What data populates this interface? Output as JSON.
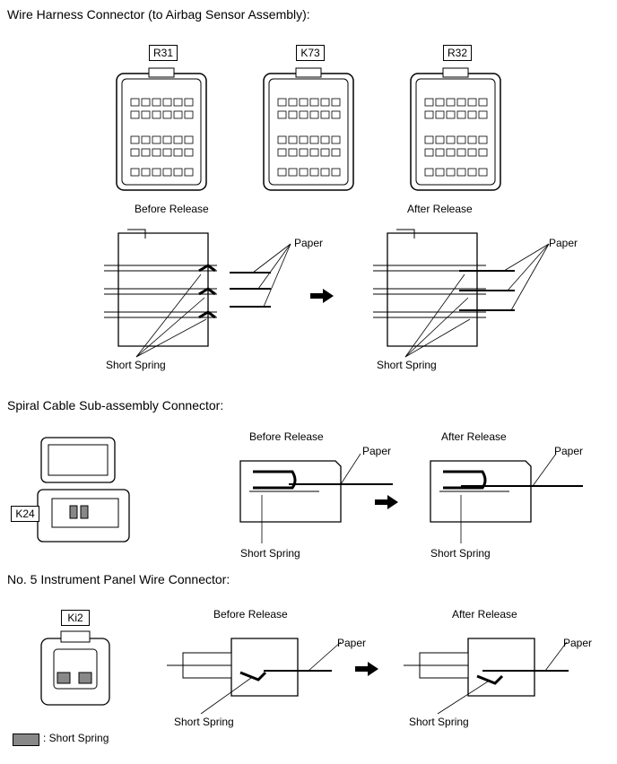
{
  "sections": {
    "wire_harness": {
      "heading": "Wire Harness Connector (to Airbag Sensor Assembly):",
      "connectors": [
        "R31",
        "K73",
        "R32"
      ],
      "before_label": "Before Release",
      "after_label": "After Release",
      "paper_label": "Paper",
      "spring_label": "Short Spring"
    },
    "spiral_cable": {
      "heading": "Spiral Cable Sub-assembly Connector:",
      "connector": "K24",
      "before_label": "Before Release",
      "after_label": "After Release",
      "paper_label": "Paper",
      "spring_label": "Short Spring"
    },
    "instrument_panel": {
      "heading": "No. 5 Instrument Panel Wire Connector:",
      "connector": "Ki2",
      "before_label": "Before Release",
      "after_label": "After Release",
      "paper_label": "Paper",
      "spring_label": "Short Spring"
    }
  },
  "legend": {
    "label": ": Short Spring",
    "swatch_color": "#888888"
  }
}
